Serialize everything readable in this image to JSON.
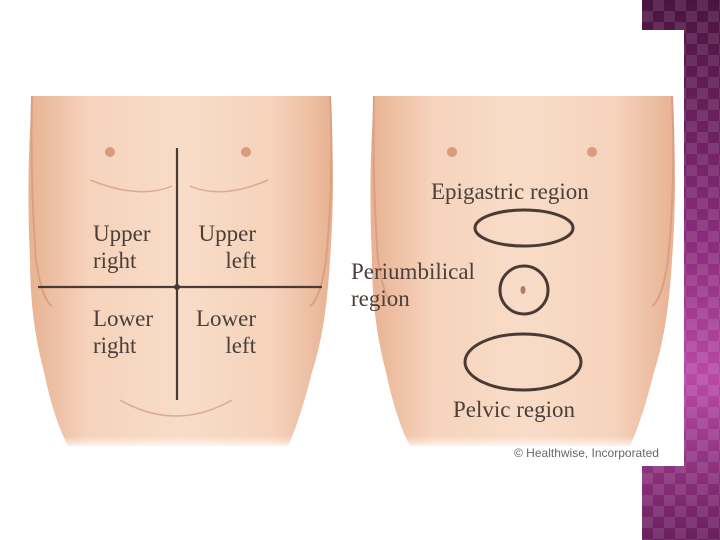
{
  "quadrants": {
    "upper_right": "Upper\nright",
    "upper_left": "Upper\nleft",
    "lower_right": "Lower\nright",
    "lower_left": "Lower\nleft"
  },
  "regions": {
    "epigastric": "Epigastric region",
    "periumbilical": "Periumbilical\nregion",
    "pelvic": "Pelvic region"
  },
  "credit": "© Healthwise, Incorporated",
  "colors": {
    "skin": "#f3cbb0",
    "skin_shade": "#e6ad8c",
    "line": "#4a3a34",
    "side_strip": "#8a2c7c"
  }
}
